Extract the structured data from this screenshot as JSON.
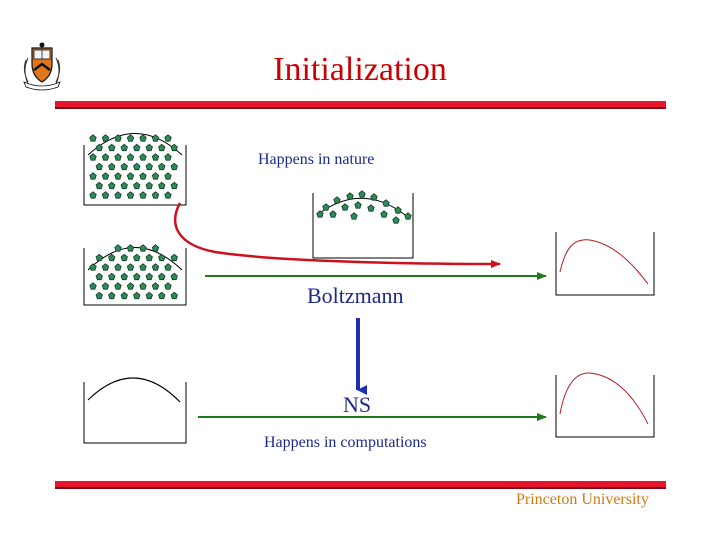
{
  "title": "Initialization",
  "labels": {
    "nature": "Happens in nature",
    "boltzmann": "Boltzmann",
    "ns": "NS",
    "computations": "Happens in computations"
  },
  "footer": "Princeton University",
  "colors": {
    "title": "#cc0000",
    "bar": "#e8152e",
    "bar_edge": "#7a0a18",
    "text_blue": "#1b2a8c",
    "footer": "#d07a10",
    "particle_fill": "#2e8b57",
    "particle_stroke": "#0f3a26",
    "red_arrow": "#cc1020",
    "green_arrow": "#1e7a1e",
    "blue_arrow": "#1e2fb4",
    "curve": "#b02020"
  },
  "icons": {
    "logo": "princeton-shield-icon"
  }
}
